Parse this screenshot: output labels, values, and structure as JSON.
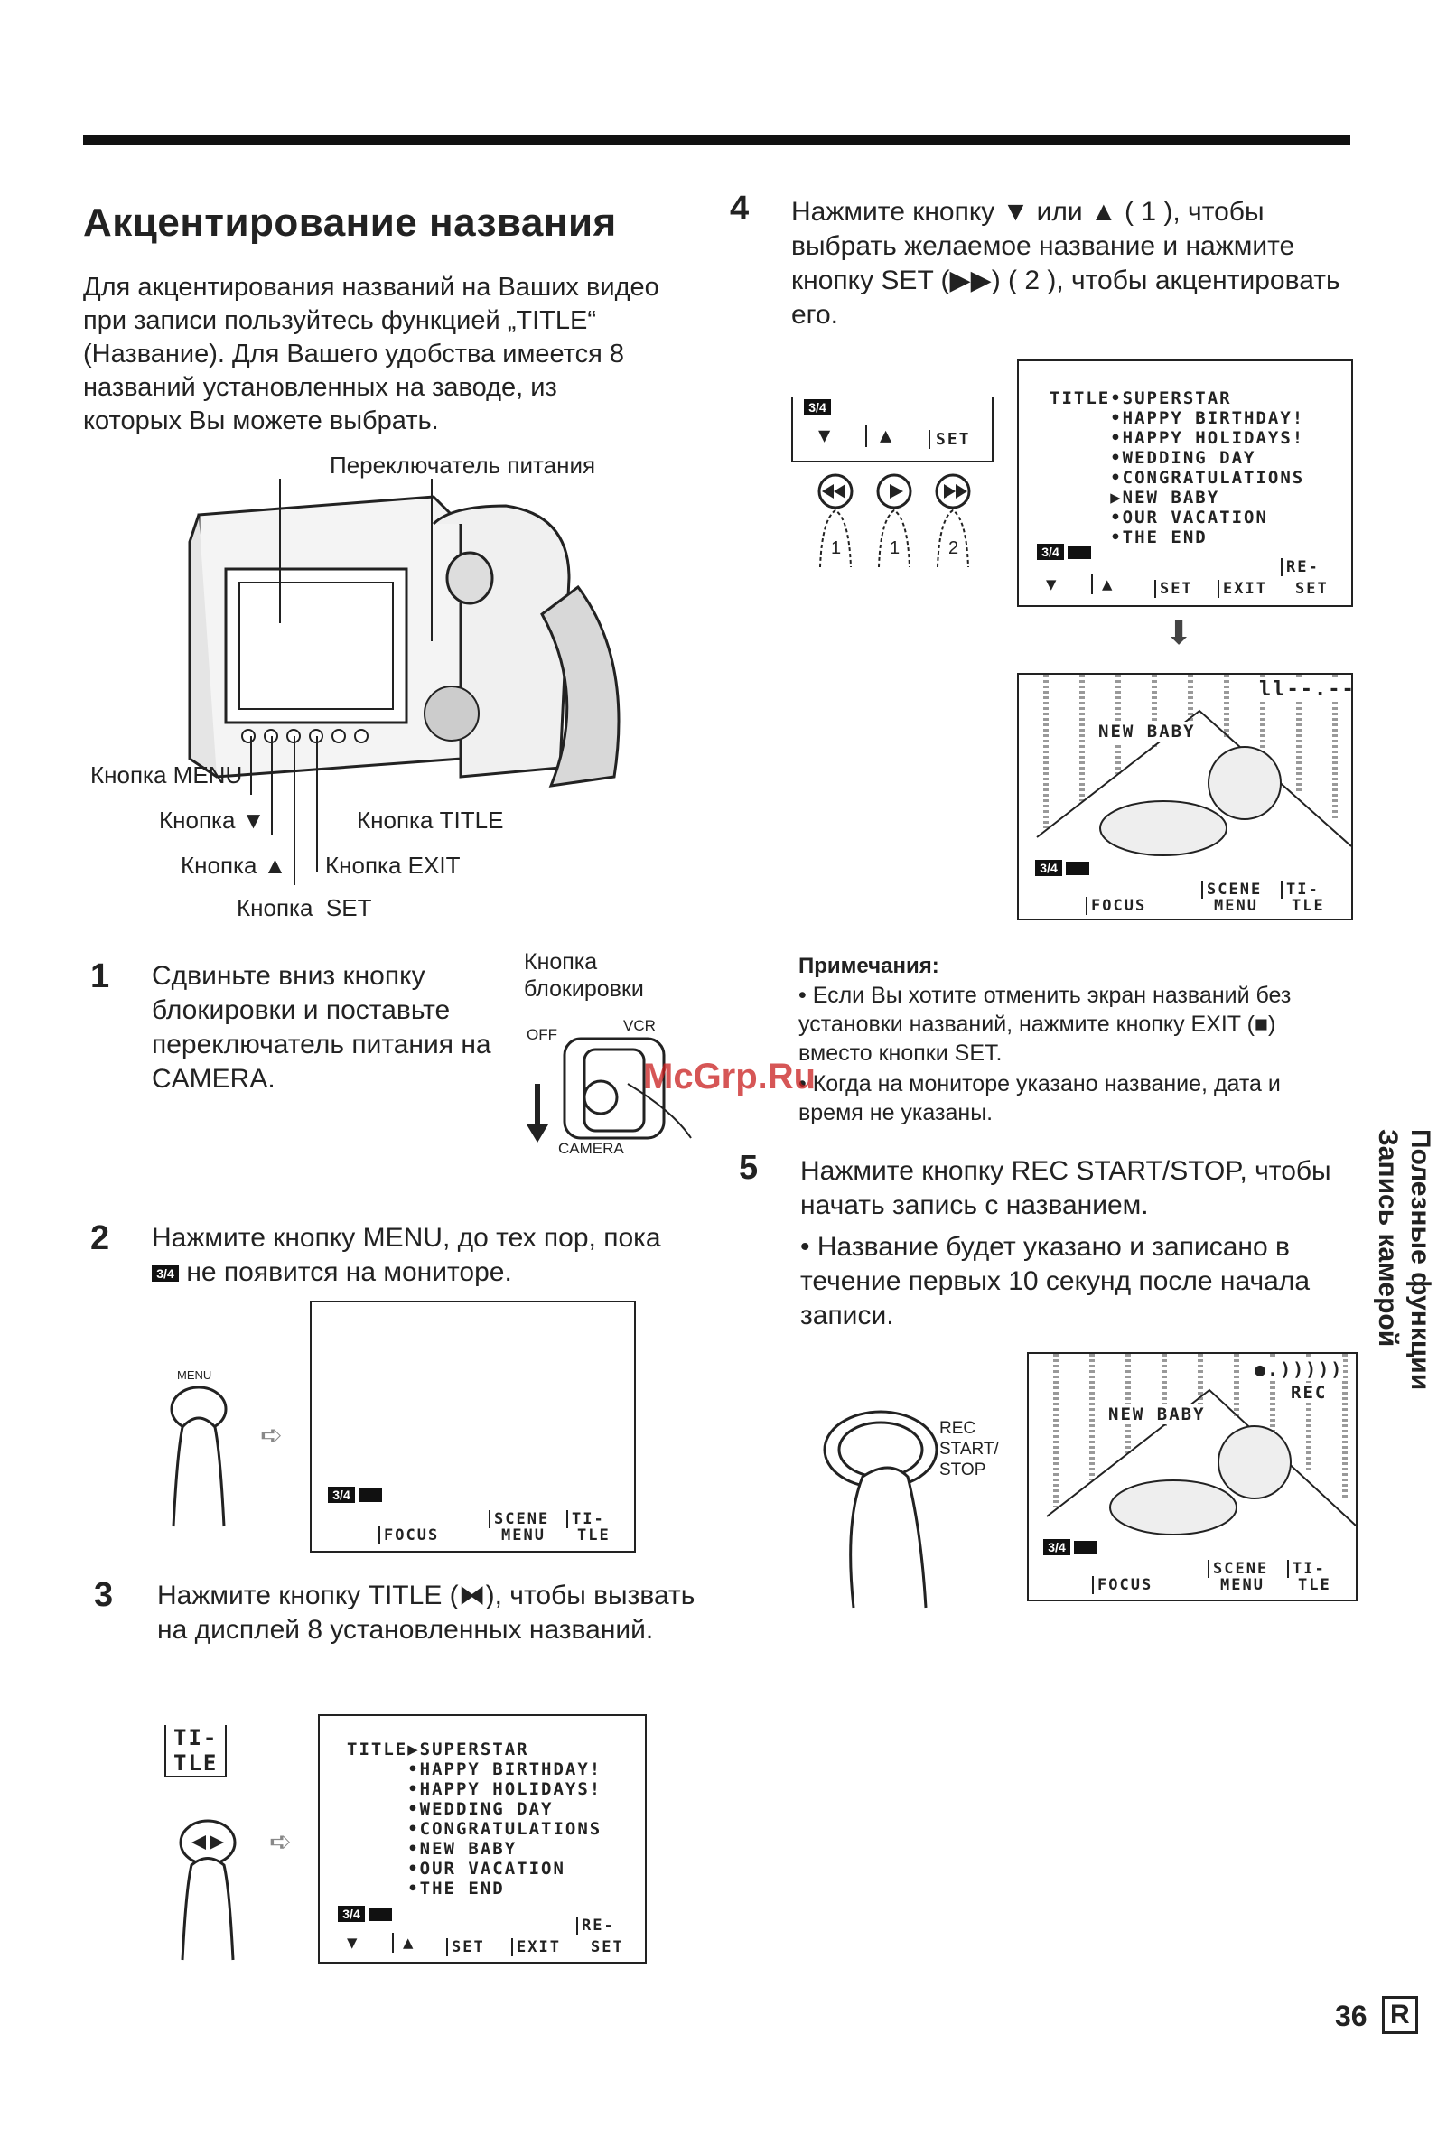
{
  "section": {
    "title": "Акцентирование названия",
    "intro": "Для акцентирования названий на Ваших видео при записи пользуйтесь функцией „TITLE“ (Название). Для Вашего удобства имеется 8 названий установленных на заводе, из которых Вы можете выбрать."
  },
  "camera_labels": {
    "power_switch": "Переключатель питания",
    "menu_button": "Кнопка MENU",
    "down_button": "Кнопка ▼",
    "title_button": "Кнопка TITLE",
    "up_button": "Кнопка ▲",
    "exit_button": "Кнопка EXIT",
    "set_button": "Кнопка  SET"
  },
  "steps": {
    "s1": {
      "num": "1",
      "text": "Сдвиньте вниз кнопку блокировки и поставьте переключатель питания на CAMERA.",
      "lock_label": "Кнопка блокировки",
      "off": "OFF",
      "vcr": "VCR",
      "camera": "CAMERA"
    },
    "s2": {
      "num": "2",
      "text_before": "Нажмите кнопку MENU, до тех пор, пока",
      "text_after": "не появится на мониторе.",
      "menu_label": "MENU"
    },
    "s3": {
      "num": "3",
      "text": "Нажмите кнопку TITLE (⧓), чтобы вызвать на дисплей 8 установленных названий.",
      "ti": "TI-",
      "tle": "TLE"
    },
    "s4": {
      "num": "4",
      "text": "Нажмите кнопку ▼ или ▲ ( 1 ), чтобы выбрать желаемое название и нажмите кнопку SET (▶▶) ( 2 ), чтобы акцентировать его.",
      "finger_1a": "1",
      "finger_1b": "1",
      "finger_2": "2"
    },
    "s5": {
      "num": "5",
      "text": "Нажмите кнопку REC START/STOP, чтобы начать запись с названием.",
      "bullet": "Название будет указано и записано в течение первых 10 секунд после начала записи.",
      "rec_label": "REC START/ STOP"
    }
  },
  "osd": {
    "batt_icon": "3/4",
    "focus": "FOCUS",
    "scene": "SCENE",
    "menu": "MENU",
    "ti": "TI-",
    "tle": "TLE",
    "set": "SET",
    "exit": "EXIT",
    "re": "RE-",
    "reset_set": "SET",
    "title_list_s3": "TITLE▶SUPERSTAR\n     •HAPPY BIRTHDAY!\n     •HAPPY HOLIDAYS!\n     •WEDDING DAY\n     •CONGRATULATIONS\n     •NEW BABY\n     •OUR VACATION\n     •THE END",
    "title_list_s4": "TITLE•SUPERSTAR\n     •HAPPY BIRTHDAY!\n     •HAPPY HOLIDAYS!\n     •WEDDING DAY\n     •CONGRATULATIONS\n     ▶NEW BABY\n     •OUR VACATION\n     •THE END",
    "new_baby": "NEW BABY",
    "counter": "ll--.--",
    "rec": "REC",
    "rec_arrows": "●.)))))"
  },
  "notes": {
    "title": "Примечания:",
    "items": [
      "Если Вы хотите отменить экран названий без установки названий, нажмите кнопку EXIT (■) вместо кнопки SET.",
      "Когда на мониторе указано название, дата и время не указаны."
    ]
  },
  "watermark": "McGrp.Ru",
  "side_text": {
    "line1": "Полезные функции",
    "line2": "Запись камерой"
  },
  "page": {
    "number": "36",
    "lang": "R"
  }
}
